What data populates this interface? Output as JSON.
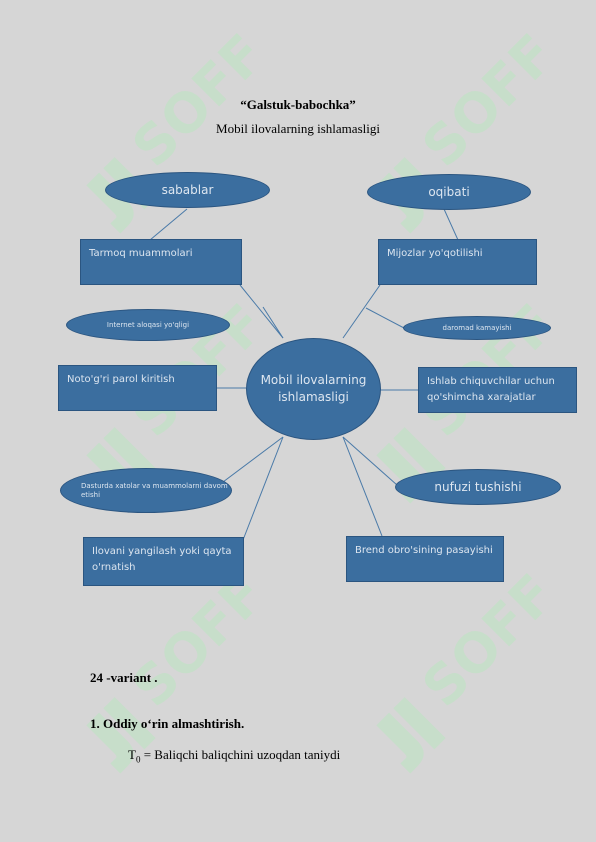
{
  "document": {
    "title": "“Galstuk-babochka”",
    "subtitle": "Mobil ilovalarning ishlamasligi"
  },
  "diagram": {
    "center": "Mobil ilovalarning ishlamasligi",
    "left_header": "sabablar",
    "right_header": "oqibati",
    "left_boxes": [
      "Tarmoq muammolari",
      "Noto'g'ri parol kiritish",
      "Ilovani yangilash yoki qayta o'rnatish"
    ],
    "left_ellipses": [
      "Internet aloqasi yo'qligi",
      "Dasturda xatolar va muammolarni davom etishi"
    ],
    "right_boxes": [
      "Mijozlar yo'qotilishi",
      "Ishlab chiquvchilar uchun qo'shimcha xarajatlar",
      "Brend obro'sining pasayishi"
    ],
    "right_ellipses": [
      "daromad kamayishi",
      "nufuzi tushishi"
    ]
  },
  "body": {
    "variant": "24 -variant .",
    "task_heading": "1. Oddiy o‘rin almashtirish.",
    "formula_var": "T",
    "formula_sub": "0",
    "formula_rest": " = Baliqchi baliqchini uzoqdan taniydi"
  },
  "watermark": {
    "text": "SOFF",
    "color": "#c4e0c8"
  }
}
